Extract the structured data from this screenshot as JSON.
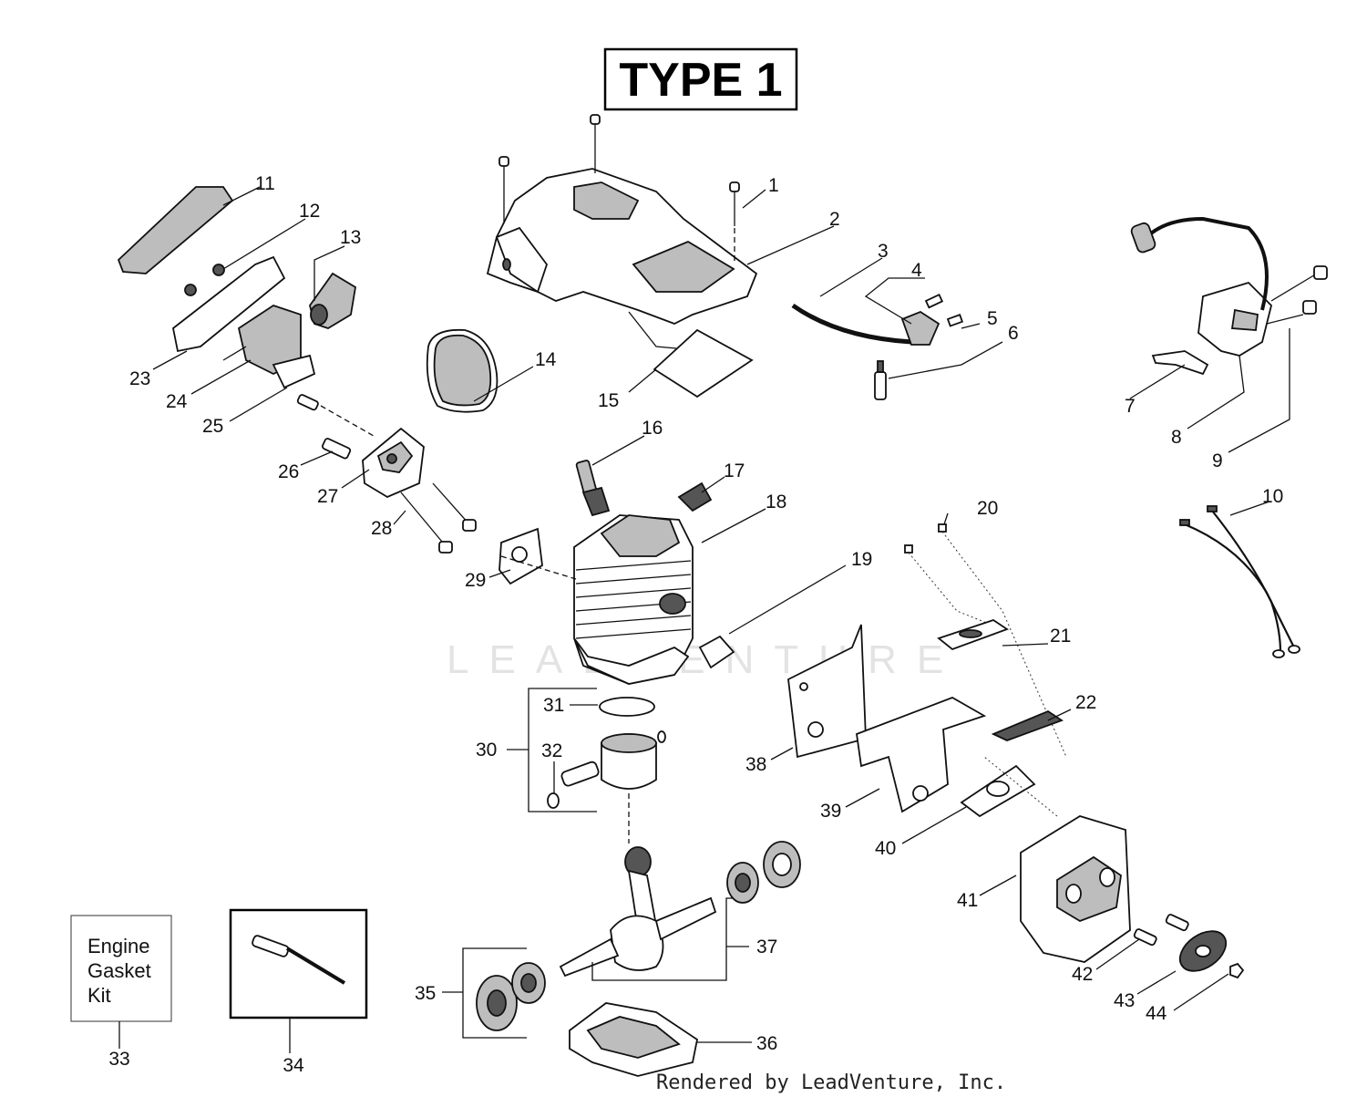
{
  "title": "TYPE 1",
  "watermark": "LEADVENTURE",
  "footer": "Rendered by LeadVenture, Inc.",
  "kits": {
    "gasket_kit": {
      "line1": "Engine",
      "line2": "Gasket",
      "line3": "Kit",
      "ref": "33"
    },
    "tool_kit": {
      "ref": "34"
    }
  },
  "callouts": {
    "c1": "1",
    "c2": "2",
    "c3": "3",
    "c4": "4",
    "c5": "5",
    "c6": "6",
    "c7": "7",
    "c8": "8",
    "c9": "9",
    "c10": "10",
    "c11": "11",
    "c12": "12",
    "c13": "13",
    "c14": "14",
    "c15": "15",
    "c16": "16",
    "c17": "17",
    "c18": "18",
    "c19": "19",
    "c20": "20",
    "c21": "21",
    "c22": "22",
    "c23": "23",
    "c24": "24",
    "c25": "25",
    "c26": "26",
    "c27": "27",
    "c28": "28",
    "c29": "29",
    "c30": "30",
    "c31": "31",
    "c32": "32",
    "c35": "35",
    "c36": "36",
    "c37": "37",
    "c38": "38",
    "c39": "39",
    "c40": "40",
    "c41": "41",
    "c42": "42",
    "c43": "43",
    "c44": "44"
  }
}
